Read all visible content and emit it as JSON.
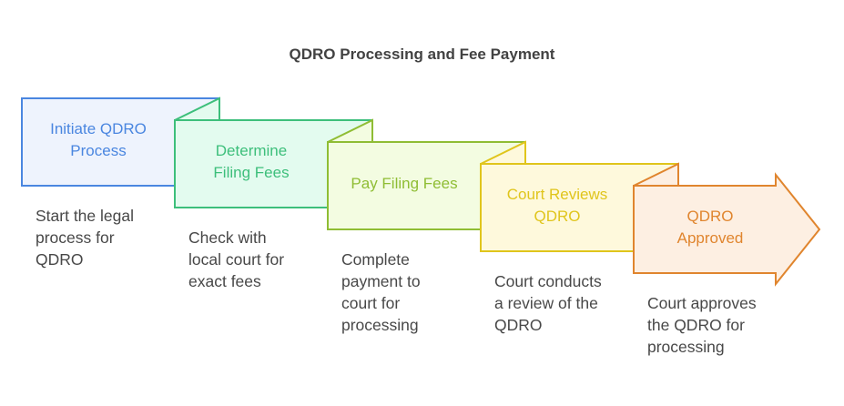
{
  "title": "QDRO Processing and Fee Payment",
  "steps": [
    {
      "label": "Initiate QDRO Process",
      "label_lines": [
        "Initiate QDRO",
        "Process"
      ],
      "description_lines": [
        "Start the legal",
        "process for",
        "QDRO"
      ],
      "stroke": "#4a86e0",
      "fill": "#eef3fd",
      "text_color": "#4a86e0"
    },
    {
      "label": "Determine Filing Fees",
      "label_lines": [
        "Determine",
        "Filing Fees"
      ],
      "description_lines": [
        "Check with",
        "local court for",
        "exact fees"
      ],
      "stroke": "#3dbf7b",
      "fill": "#e3fbef",
      "text_color": "#3dbf7b"
    },
    {
      "label": "Pay Filing Fees",
      "label_lines": [
        "Pay Filing Fees"
      ],
      "description_lines": [
        "Complete",
        "payment to",
        "court for",
        "processing"
      ],
      "stroke": "#8fbd34",
      "fill": "#f3fce1",
      "text_color": "#8fbd34"
    },
    {
      "label": "Court Reviews QDRO",
      "label_lines": [
        "Court Reviews",
        "QDRO"
      ],
      "description_lines": [
        "Court conducts",
        "a review of the",
        "QDRO"
      ],
      "stroke": "#e0c51c",
      "fill": "#fef9dc",
      "text_color": "#e0c51c"
    },
    {
      "label": "QDRO Approved",
      "label_lines": [
        "QDRO",
        "Approved"
      ],
      "description_lines": [
        "Court approves",
        "the QDRO for",
        "processing"
      ],
      "stroke": "#e0852e",
      "fill": "#fdefe2",
      "text_color": "#e0852e"
    }
  ]
}
